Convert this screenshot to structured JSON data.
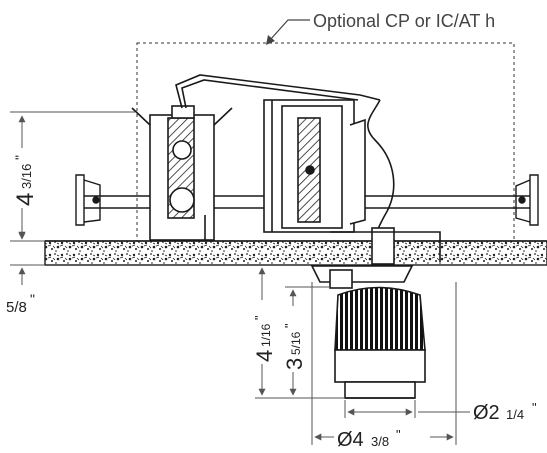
{
  "callout": {
    "label": "Optional CP or IC/AT h"
  },
  "dimensions": {
    "housing_height": {
      "whole": "4",
      "frac": "3/16",
      "mark": "\""
    },
    "ceiling_thickness": {
      "frac": "5/8",
      "mark": "\""
    },
    "trim_height": {
      "whole": "4",
      "frac": "1/16",
      "mark": "\""
    },
    "lens_height": {
      "whole": "3",
      "frac": "5/16",
      "mark": "\""
    },
    "aperture_diameter": {
      "sym": "Ø2",
      "frac": "1/4",
      "mark": "\""
    },
    "trim_diameter": {
      "sym": "Ø4",
      "frac": "3/8",
      "mark": "\""
    }
  },
  "colors": {
    "line": "#1a1a1a",
    "dim_line": "#555555",
    "text": "#222222"
  }
}
